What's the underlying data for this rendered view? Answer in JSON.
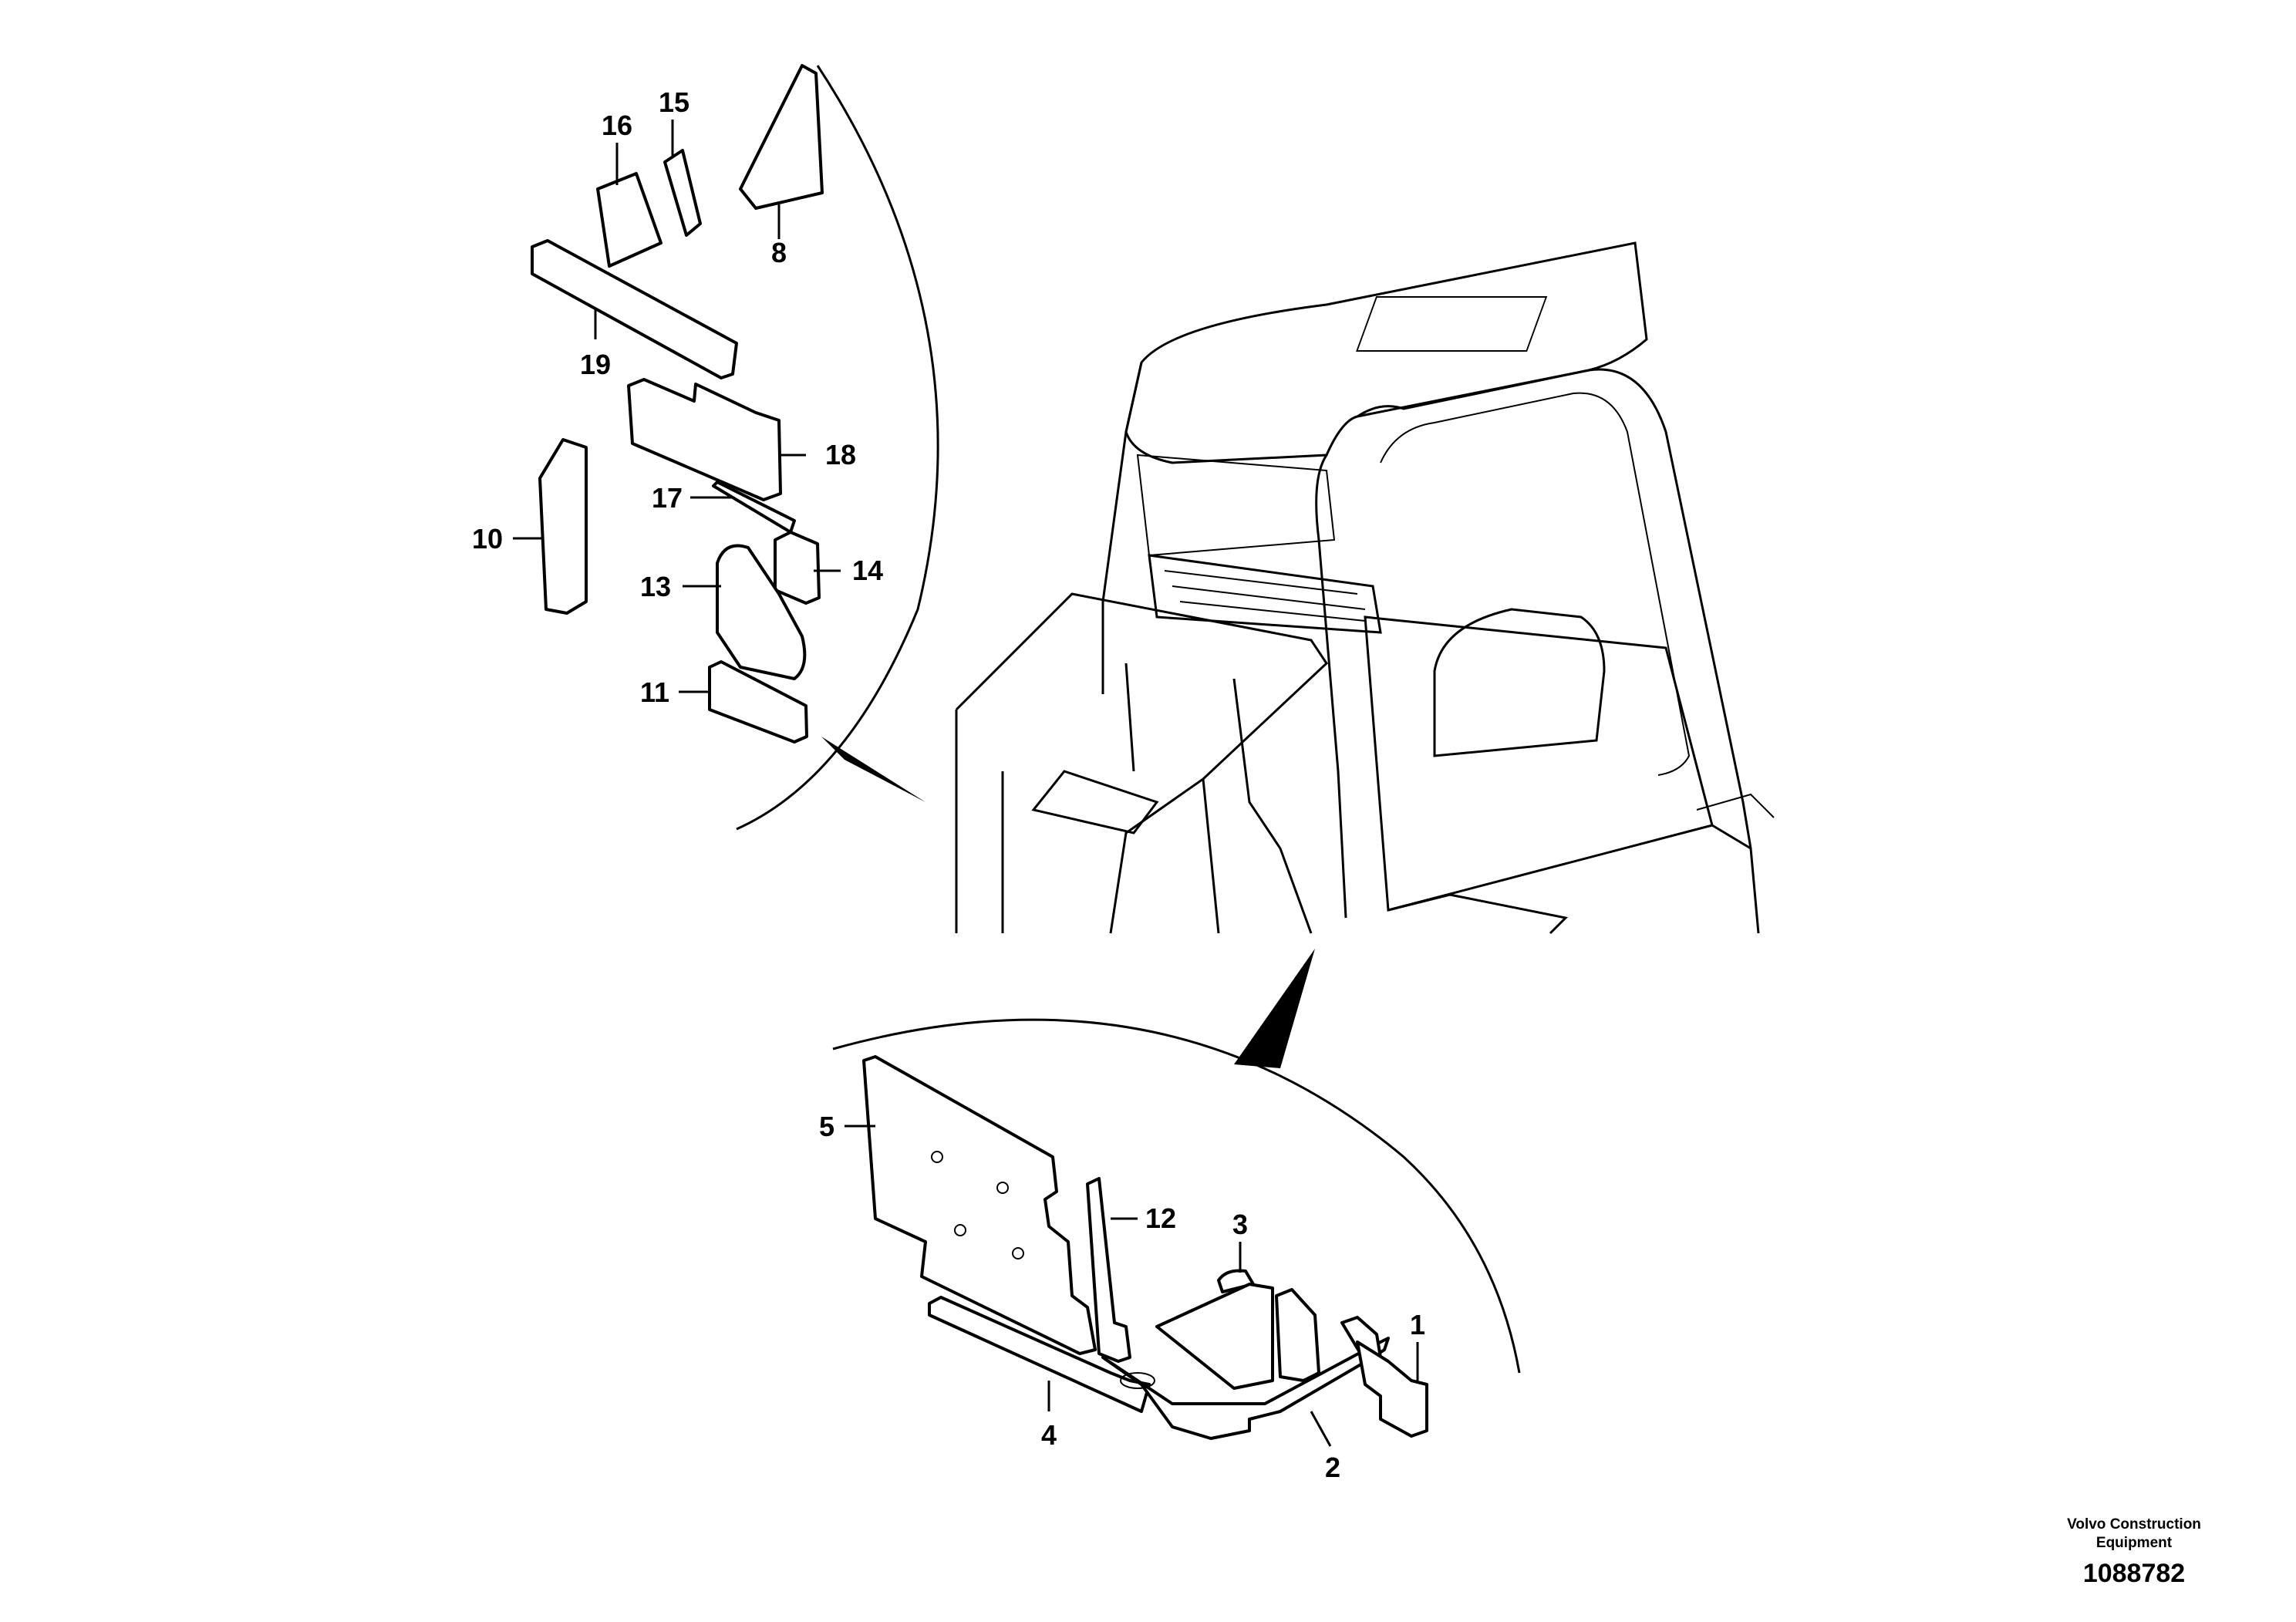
{
  "diagram": {
    "callouts": [
      {
        "id": "c1",
        "label": "1"
      },
      {
        "id": "c2",
        "label": "2"
      },
      {
        "id": "c3",
        "label": "3"
      },
      {
        "id": "c4",
        "label": "4"
      },
      {
        "id": "c5",
        "label": "5"
      },
      {
        "id": "c8",
        "label": "8"
      },
      {
        "id": "c10",
        "label": "10"
      },
      {
        "id": "c11",
        "label": "11"
      },
      {
        "id": "c12",
        "label": "12"
      },
      {
        "id": "c13",
        "label": "13"
      },
      {
        "id": "c14",
        "label": "14"
      },
      {
        "id": "c15",
        "label": "15"
      },
      {
        "id": "c16",
        "label": "16"
      },
      {
        "id": "c17",
        "label": "17"
      },
      {
        "id": "c18",
        "label": "18"
      },
      {
        "id": "c19",
        "label": "19"
      }
    ]
  },
  "footer": {
    "company_line1": "Volvo Construction",
    "company_line2": "Equipment",
    "doc_number": "1088782"
  }
}
